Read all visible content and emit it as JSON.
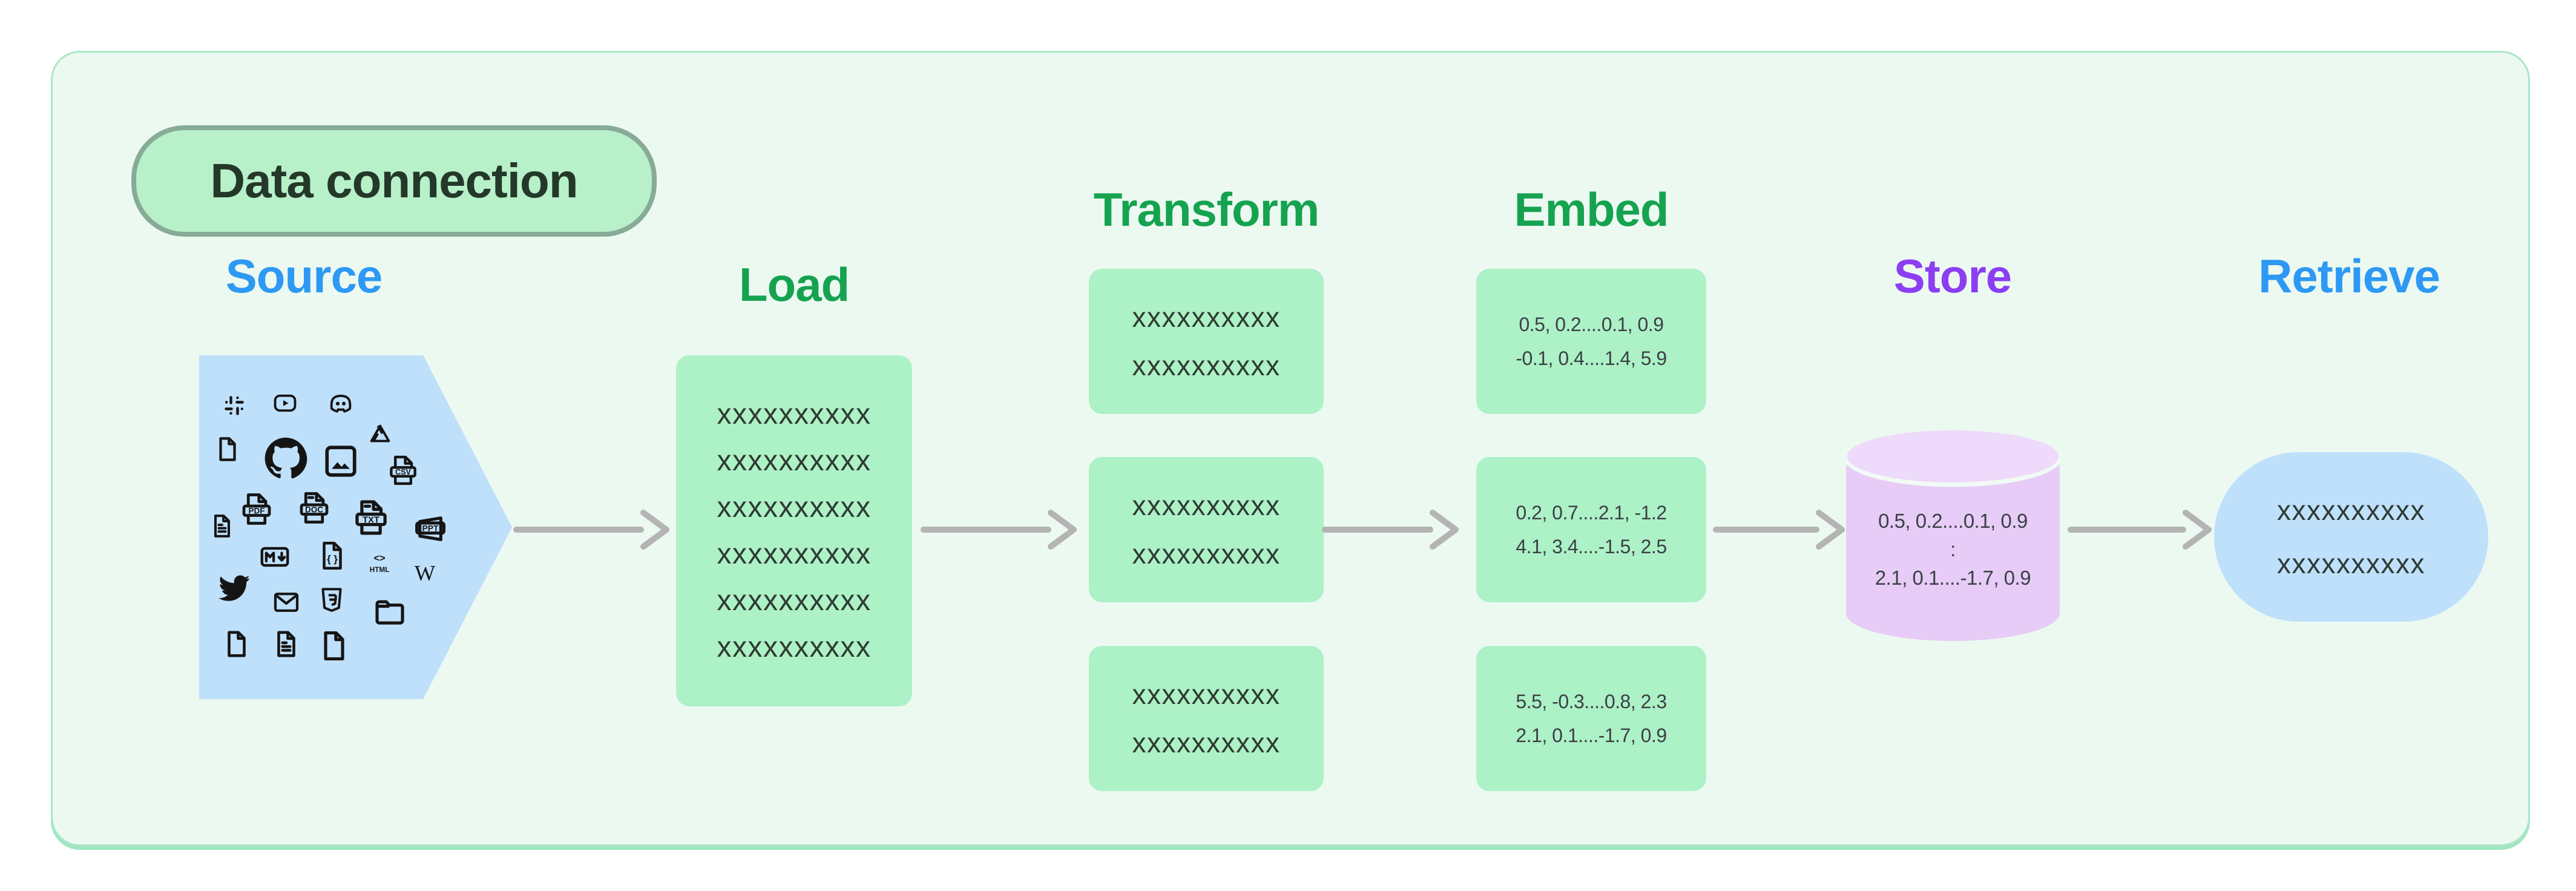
{
  "title_badge": {
    "label": "Data connection"
  },
  "columns": {
    "source": {
      "label": "Source",
      "color": "#2d99f4"
    },
    "load": {
      "label": "Load",
      "color": "#15a350"
    },
    "transform": {
      "label": "Transform",
      "color": "#15a350"
    },
    "embed": {
      "label": "Embed",
      "color": "#15a350"
    },
    "store": {
      "label": "Store",
      "color": "#8c3ef3"
    },
    "retrieve": {
      "label": "Retrieve",
      "color": "#2d99f4"
    }
  },
  "source": {
    "icons": [
      "slack",
      "youtube",
      "discord",
      "file",
      "github",
      "image",
      "google-drive",
      "csv-file",
      "file-text",
      "pdf-file",
      "doc-file",
      "txt-file",
      "ppt-file",
      "markdown",
      "json-file",
      "html",
      "wikipedia",
      "twitter",
      "mail",
      "css-shield",
      "folder",
      "file",
      "file-text",
      "file"
    ]
  },
  "load": {
    "lines": [
      "xxxxxxxxxx",
      "xxxxxxxxxx",
      "xxxxxxxxxx",
      "xxxxxxxxxx",
      "xxxxxxxxxx",
      "xxxxxxxxxx"
    ]
  },
  "transform": {
    "boxes": [
      [
        "xxxxxxxxxx",
        "xxxxxxxxxx"
      ],
      [
        "xxxxxxxxxx",
        "xxxxxxxxxx"
      ],
      [
        "xxxxxxxxxx",
        "xxxxxxxxxx"
      ]
    ]
  },
  "embed": {
    "boxes": [
      [
        "0.5, 0.2....0.1, 0.9",
        "-0.1, 0.4....1.4, 5.9"
      ],
      [
        "0.2, 0.7....2.1, -1.2",
        "4.1, 3.4....-1.5, 2.5"
      ],
      [
        "5.5, -0.3....0.8, 2.3",
        "2.1, 0.1....-1.7, 0.9"
      ]
    ]
  },
  "store": {
    "lines": [
      "0.5, 0.2....0.1, 0.9",
      ":",
      "2.1, 0.1....-1.7, 0.9"
    ]
  },
  "retrieve": {
    "lines": [
      "xxxxxxxxxx",
      "xxxxxxxxxx"
    ]
  },
  "colors": {
    "page_bg": "#ffffff",
    "card_bg": "#ecf9f1",
    "card_border": "#a9e7c6",
    "badge_bg": "#b7f0c9",
    "badge_border": "#87ab97",
    "green_box": "#adf1c6",
    "blue_shape": "#bfe0fb",
    "cylinder_body": "#e6ccf7",
    "cylinder_lid": "#eedafb",
    "arrow": "#b4b4b4",
    "dark_text": "#2e3b34"
  }
}
